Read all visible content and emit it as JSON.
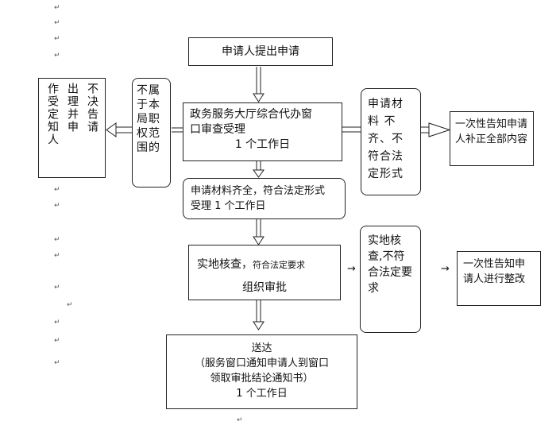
{
  "nodes": {
    "apply": "申请人提出申请",
    "reject_notice_col1": "不决告请",
    "reject_notice_col2": "出理并申",
    "reject_notice_col3": "作受定知人",
    "not_in_scope": "不属于本局职权范围的",
    "window_review_line1": "政务服务大厅综合代办窗",
    "window_review_line2": "口审查受理",
    "window_review_line3": "1 个工作日",
    "materials_incomplete": "申请材料 不齐、不符合法定形式",
    "notify_supplement": "一次性告知申请人补正全部内容",
    "materials_complete_line1": "申请材料齐全，符合法定形式",
    "materials_complete_line2": "受理 1 个工作日",
    "site_check_line1": "实地核查，",
    "site_check_line1_small": "符合法定要求",
    "site_check_line2": "组织审批",
    "site_not_meet": "实地核查,不符合法定要求",
    "notify_rectify": "一次性告知申请人进行整改",
    "delivery_line1": "送达",
    "delivery_line2": "（服务窗口通知申请人到窗口",
    "delivery_line3": "领取审批结论通知书）",
    "delivery_line4": "1 个工作日"
  },
  "arrow_glyph": "→",
  "para_mark": "↵"
}
